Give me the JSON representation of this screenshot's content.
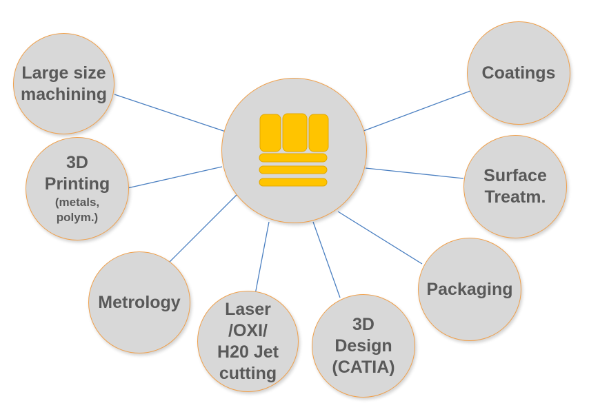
{
  "diagram": {
    "hub": {
      "logo": "company-logo"
    },
    "nodes": {
      "large_size_machining": {
        "label": "Large size\nmachining"
      },
      "printing_3d": {
        "label": "3D\nPrinting",
        "sublabel": "(metals,\npolym.)"
      },
      "metrology": {
        "label": "Metrology"
      },
      "laser_cutting": {
        "label": "Laser\n/OXI/\nH20 Jet\ncutting"
      },
      "design_3d": {
        "label": "3D\nDesign\n(CATIA)"
      },
      "packaging": {
        "label": "Packaging"
      },
      "surface_treatment": {
        "label": "Surface\nTreatm."
      },
      "coatings": {
        "label": "Coatings"
      }
    },
    "colors": {
      "node_fill": "#d8d8d8",
      "node_border": "#f0a04b",
      "text": "#595959",
      "connector": "#4a7fc1",
      "logo": "#ffc400"
    }
  }
}
